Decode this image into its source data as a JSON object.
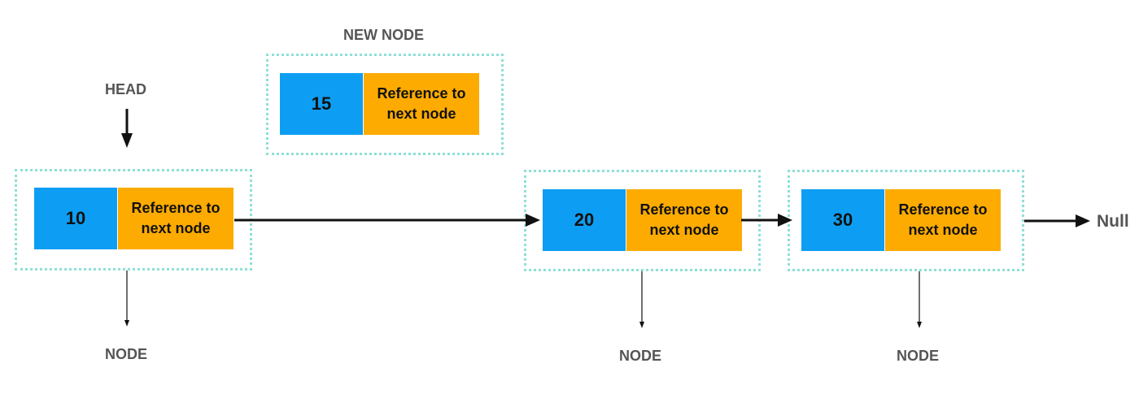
{
  "labels": {
    "new_node": "NEW NODE",
    "head": "HEAD",
    "node": "NODE",
    "null": "Null"
  },
  "nodes": [
    {
      "value": "15",
      "ref": "Reference to\nnext node"
    },
    {
      "value": "10",
      "ref": "Reference to\nnext node"
    },
    {
      "value": "20",
      "ref": "Reference to\nnext node"
    },
    {
      "value": "30",
      "ref": "Reference to\nnext node"
    }
  ],
  "colors": {
    "value_cell": "#0d9ef3",
    "reference_cell": "#fdab00",
    "frame": "#8ee0d6",
    "label": "#555555"
  }
}
